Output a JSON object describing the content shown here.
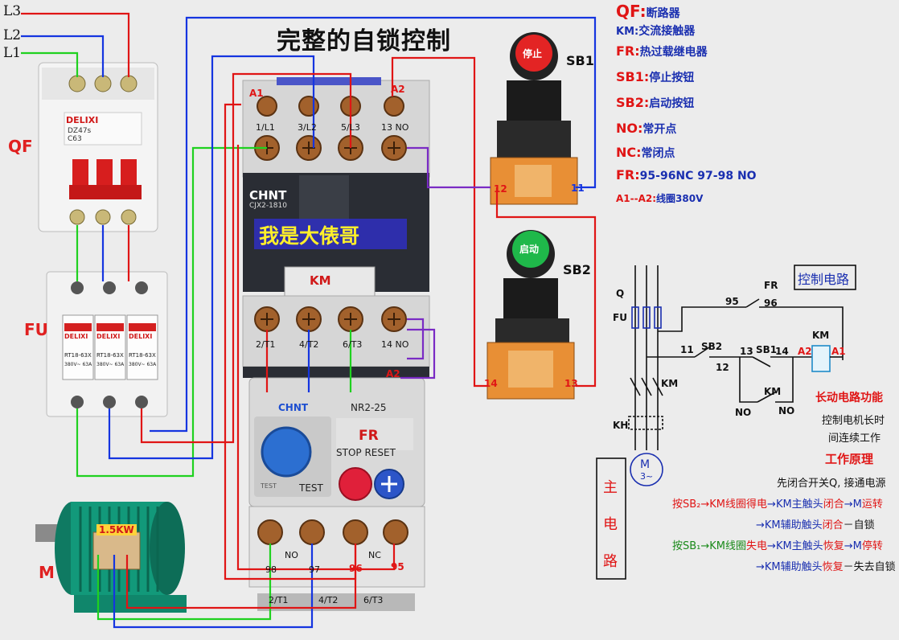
{
  "title": "完整的自锁控制",
  "lines": {
    "l3": "L3",
    "l2": "L2",
    "l1": "L1"
  },
  "labels": {
    "qf": "QF",
    "fu": "FU",
    "m": "M",
    "km": "KM",
    "fr": "FR",
    "sb1": "SB1",
    "sb2": "SB2"
  },
  "legend": [
    {
      "key": "QF:",
      "val": "断路器"
    },
    {
      "key": "KM:",
      "val": "交流接触器"
    },
    {
      "key": "FR:",
      "val": "热过载继电器"
    },
    {
      "key": "SB1:",
      "val": "停止按钮"
    },
    {
      "key": "SB2:",
      "val": "启动按钮"
    },
    {
      "key": "NO:",
      "val": "常开点"
    },
    {
      "key": "NC:",
      "val": "常闭点"
    },
    {
      "key": "FR:",
      "val": "95-96NC 97-98 NO"
    },
    {
      "key": "A1--A2:",
      "val": "线圈380V"
    }
  ],
  "breaker": {
    "brand": "DELIXI",
    "model": "DZ47s",
    "rating": "C63"
  },
  "fuse": {
    "brand": "DELIXI",
    "model": "RT18-63X",
    "spec": "380V~ 63A"
  },
  "motor": {
    "power": "1.5KW"
  },
  "contactor": {
    "brand": "CHNT",
    "model": "CJX2-1810",
    "watermark": "我是大俵哥",
    "top_terms": [
      "1/L1",
      "3/L2",
      "5/L3",
      "13 NO"
    ],
    "bottom_terms": [
      "2/T1",
      "4/T2",
      "6/T3",
      "14 NO"
    ],
    "a1": "A1",
    "a2": "A2",
    "a2b": "A2"
  },
  "overload": {
    "brand": "CHNT",
    "model": "NR2-25",
    "stop_reset": "STOP RESET",
    "test": "TEST",
    "test_small": "TEST",
    "no1": "NO",
    "nc": "NC",
    "t98": "98",
    "t97": "97",
    "t96": "96",
    "t95": "95",
    "bottom_terms": [
      "2/T1",
      "4/T2",
      "6/T3"
    ]
  },
  "buttons": {
    "stop": "停止",
    "start": "启动",
    "sb1_left": "12",
    "sb1_right": "11",
    "sb2_left": "14",
    "sb2_right": "13"
  },
  "schematic": {
    "control_box": "控制电路",
    "q": "Q",
    "fu": "FU",
    "km": "KM",
    "kh": "KH",
    "fr": "FR",
    "n95": "95",
    "n96": "96",
    "n11": "11",
    "sb2": "SB2",
    "n12": "12",
    "n13": "13",
    "sb1": "SB1",
    "n14": "14",
    "a2": "A2",
    "a1": "A1",
    "km_coil": "KM",
    "km_aux": "KM",
    "no1": "NO",
    "no2": "NO",
    "motor": "M",
    "motor_sub": "3~",
    "main_circuit": [
      "主",
      "电",
      "路"
    ]
  },
  "explain": {
    "func_title": "长动电路功能",
    "func_line1": "控制电机长时",
    "func_line2": "间连续工作",
    "principle_title": "工作原理",
    "step0": "先闭合开关Q, 接通电源",
    "step1a": "按SB₂→KM线圈",
    "step1b": "得电",
    "step1c": "→KM主触头",
    "step1d": "闭合",
    "step1e": "→M",
    "step1f": "运转",
    "step2a": "→KM辅助触头",
    "step2b": "闭合",
    "step2c": "－自锁",
    "step3a": "按SB₁→KM线圈",
    "step3b": "失电",
    "step3c": "→KM主触头",
    "step3d": "恢复",
    "step3e": "→M",
    "step3f": "停转",
    "step4a": "→KM辅助触头",
    "step4b": "恢复",
    "step4c": "－失去自锁"
  },
  "colors": {
    "l1": "#1fd11f",
    "l2": "#1535e0",
    "l3": "#e01515",
    "control": "#7a2bc4",
    "accent": "#e01515"
  }
}
